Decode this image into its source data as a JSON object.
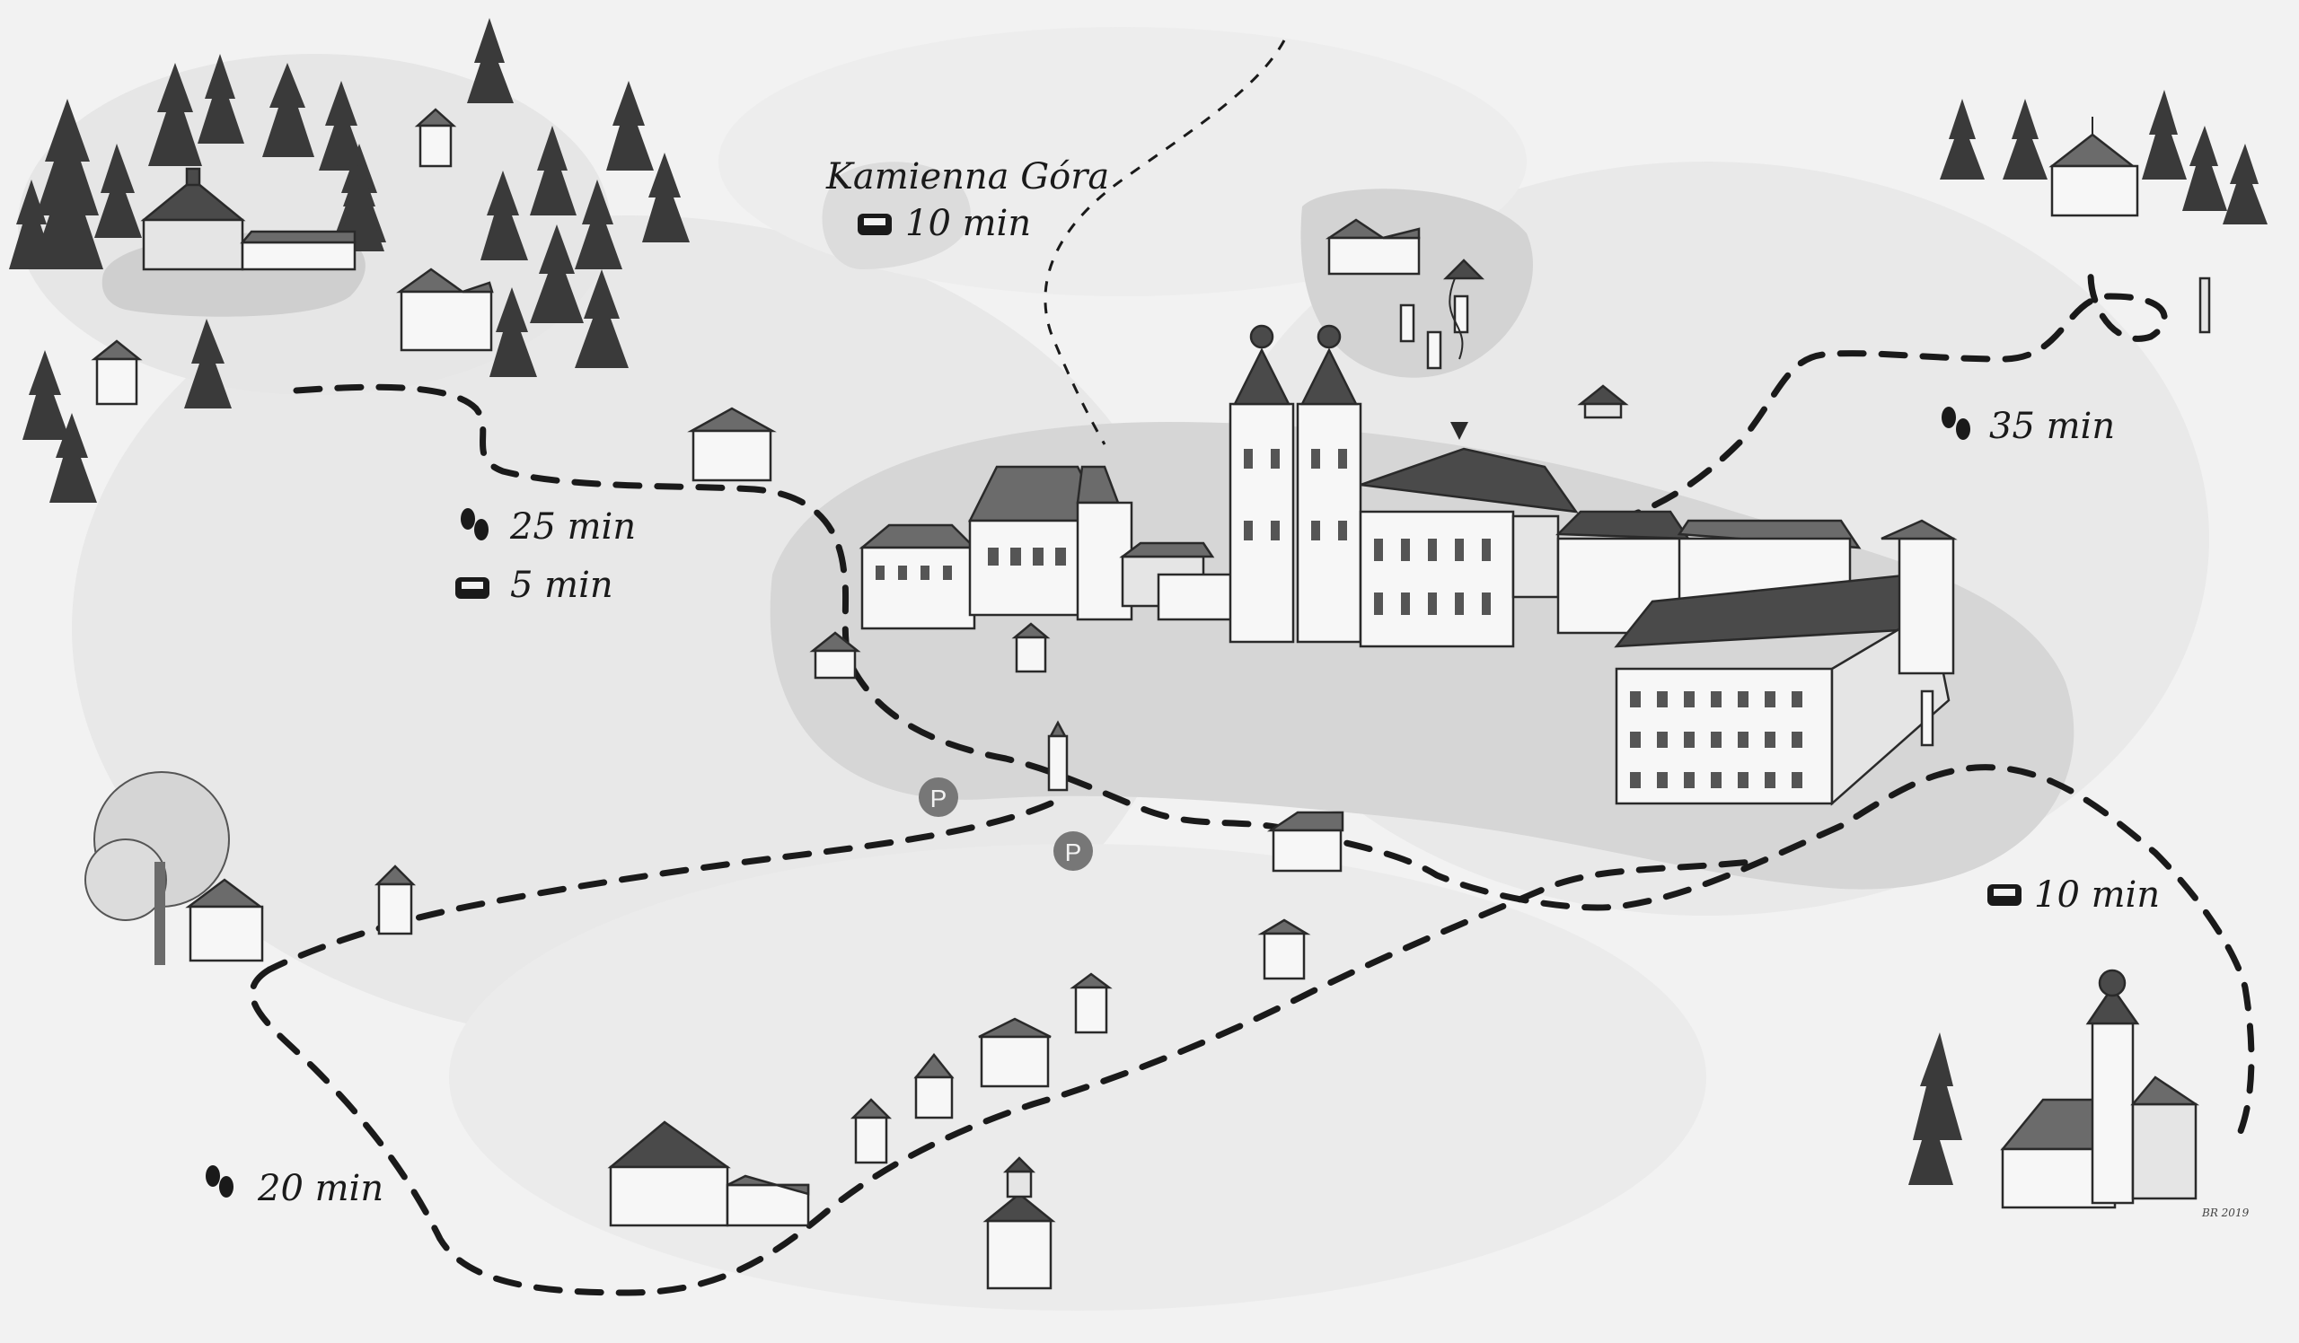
{
  "map": {
    "labels": {
      "kamienna_gora": "Kamienna Góra",
      "kamienna_gora_car": "10 min",
      "west_walk": "25 min",
      "west_car": "5 min",
      "northeast_walk": "35 min",
      "east_car": "10 min",
      "southwest_walk": "20 min"
    },
    "parking_symbol": "P",
    "signature": "BR 2019",
    "icons": {
      "car": "car-icon",
      "walk": "footprints-icon",
      "parking": "parking-icon"
    },
    "colors": {
      "background": "#f2f2f2",
      "blob": "#d6d6d6",
      "path": "#1a1a1a",
      "parking": "#777777"
    }
  }
}
